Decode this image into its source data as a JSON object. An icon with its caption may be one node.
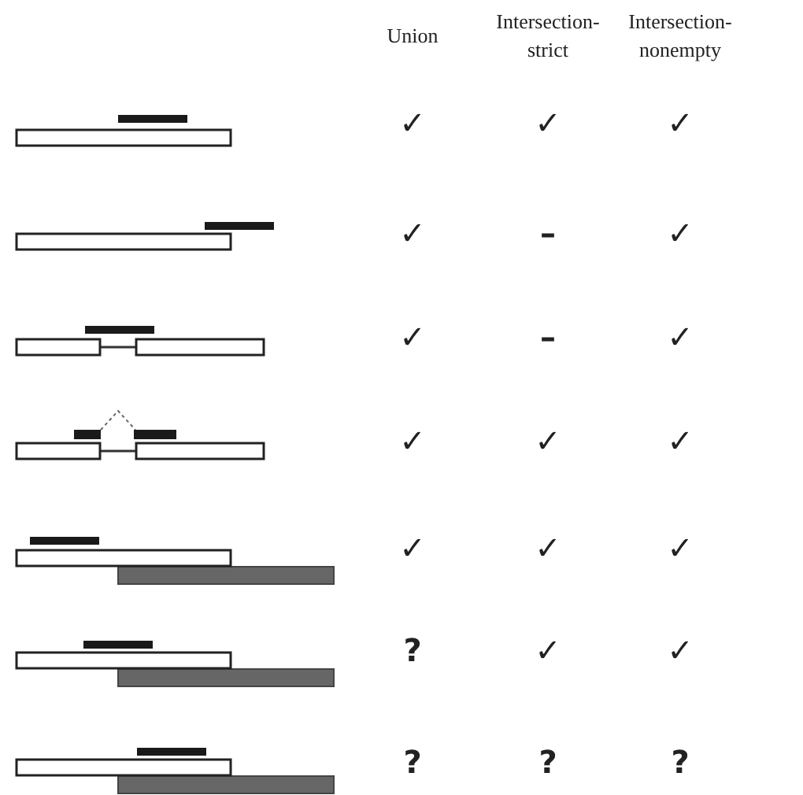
{
  "diagram": {
    "labels": [
      "Union",
      "Intersection-strict",
      "Intersection-nonempty",
      "✓",
      "✓",
      "✓",
      "✓",
      "–",
      "✓",
      "✓",
      "–",
      "✓",
      "✓",
      "✓",
      "✓",
      "✓",
      "✓",
      "✓",
      "?",
      "✓",
      "✓",
      "?",
      "?",
      "?"
    ]
  }
}
